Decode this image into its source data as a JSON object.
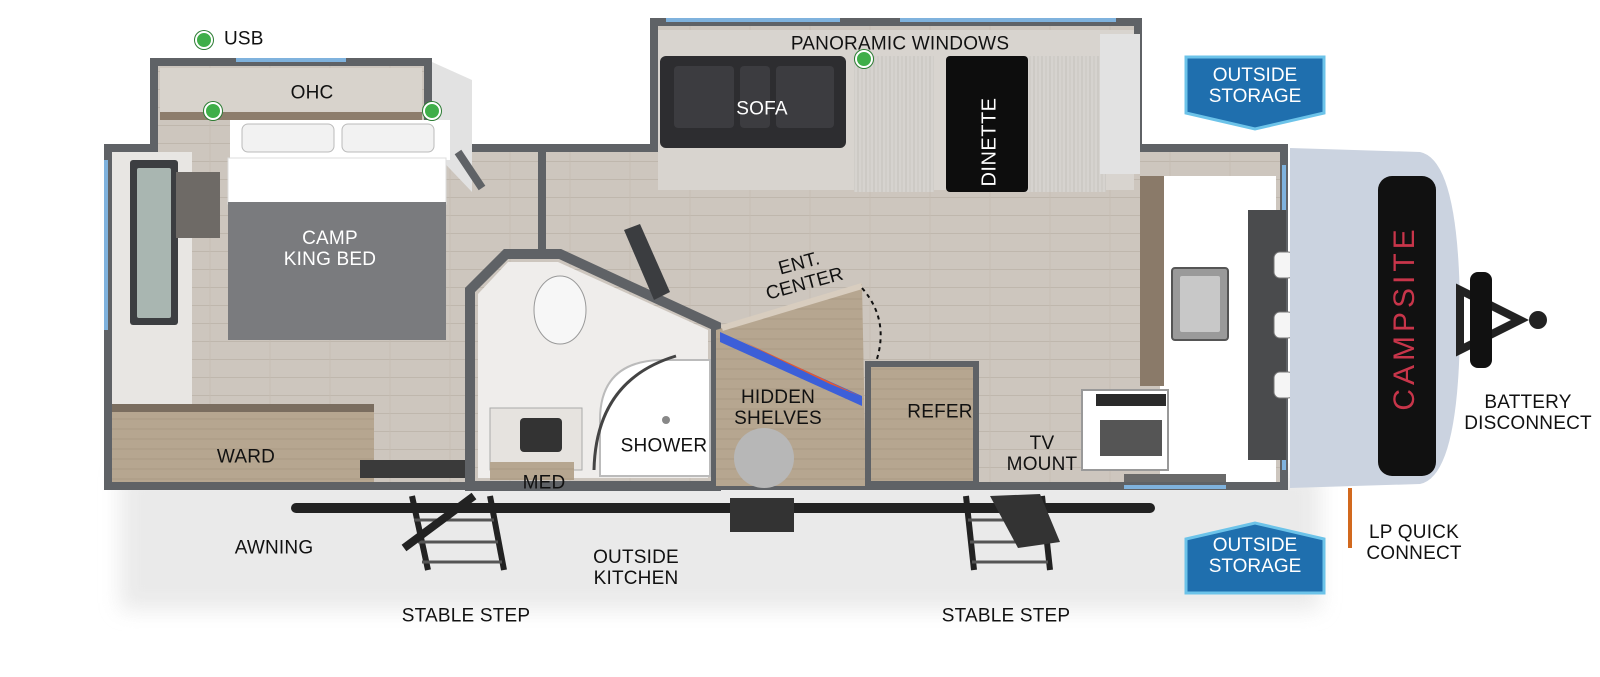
{
  "legend": {
    "usb_label": "USB",
    "usb_color": "#3fae49"
  },
  "labels": {
    "ohc": "OHC",
    "panoramic_windows": "PANORAMIC WINDOWS",
    "sofa": "SOFA",
    "dinette": "DINETTE",
    "camp_king_bed": "CAMP\nKING BED",
    "ent_center": "ENT.\nCENTER",
    "hidden_shelves": "HIDDEN\nSHELVES",
    "refer": "REFER",
    "shower": "SHOWER",
    "med": "MED",
    "ward": "WARD",
    "tv_mount": "TV\nMOUNT",
    "battery_disconnect": "BATTERY\nDISCONNECT",
    "lp_quick_connect": "LP QUICK\nCONNECT",
    "awning": "AWNING",
    "outside_kitchen": "OUTSIDE\nKITCHEN",
    "stable_step_left": "STABLE STEP",
    "stable_step_right": "STABLE STEP",
    "outside_storage_top": "OUTSIDE\nSTORAGE",
    "outside_storage_bottom": "OUTSIDE\nSTORAGE",
    "brand": "CAMPSITE"
  },
  "colors": {
    "wall": "#5f6266",
    "floor": "#c9c2ba",
    "bed": "#7a7b7e",
    "cabinet": "#b5a48f",
    "sofa": "#2d2d30",
    "dinette_table": "#0d0d0d",
    "storage_badge": "#1f6fae",
    "storage_badge_border": "#6cc3e9",
    "window": "#7fb2dd",
    "brand_text": "#c8354a"
  }
}
